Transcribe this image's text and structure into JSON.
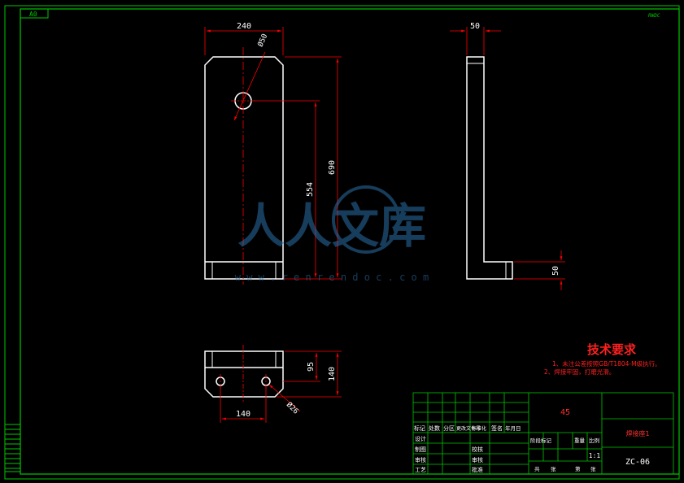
{
  "sheet": {
    "size_label": "A0",
    "corner_mark": "RWDC",
    "colors": {
      "background": "#000000",
      "frame": "#00c800",
      "outline": "#ffffff",
      "dimension": "#ff0000",
      "center_line": "#ff0000",
      "tech_text": "#ff2020",
      "title_text": "#ff3030"
    }
  },
  "dimensions": {
    "front_width": "240",
    "hole_dia": "Ø50",
    "total_height": "690",
    "hole_height": "554",
    "side_thickness": "50",
    "foot_height": "50",
    "top_view_width": "140",
    "top_view_depth": "140",
    "top_view_offset": "95",
    "slot_dia": "Ø26"
  },
  "watermark": {
    "text": "人人文库",
    "url": "w w w . r e n r e n d o c . c o m"
  },
  "technical_requirements": {
    "title": "技术要求",
    "items": [
      "1、未注公差按照GB/T1804-M级执行。",
      "2、焊接牢固，打磨光滑。"
    ]
  },
  "title_block": {
    "material": "45",
    "part_name": "焊接座1",
    "drawing_number": "ZC-06",
    "scale": "1:1",
    "header_row": [
      "标记",
      "处数",
      "分区",
      "更改文件号",
      "签名",
      "年月日"
    ],
    "left_labels": [
      "设计",
      "制图",
      "审核",
      "工艺"
    ],
    "mid_labels": [
      "标准化",
      "校核",
      "审核",
      "批准"
    ],
    "stage_labels": [
      "阶段标记",
      "重量",
      "比例"
    ],
    "sheet_labels": [
      "共",
      "张",
      "第",
      "张"
    ]
  }
}
